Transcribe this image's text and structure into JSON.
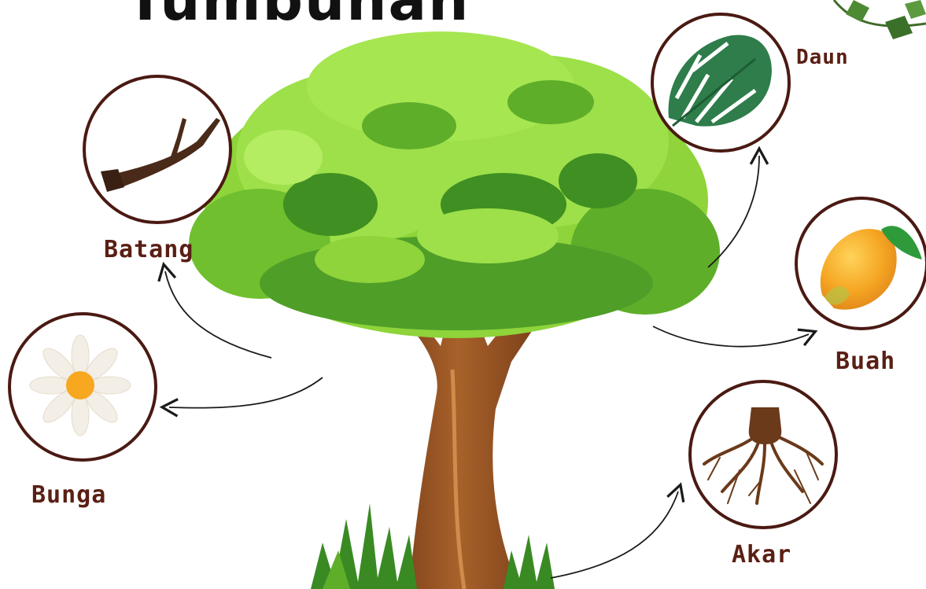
{
  "title": "Tumbuhan",
  "parts": {
    "batang": "Batang",
    "bunga": "Bunga",
    "daun": "Daun",
    "buah": "Buah",
    "akar": "Akar"
  },
  "icons": {
    "tree": "tree-icon",
    "stem": "branch-icon",
    "flower": "daisy-icon",
    "leaf": "monstera-leaf-icon",
    "fruit": "mango-icon",
    "root": "root-icon",
    "ivy": "ivy-leaves-icon"
  },
  "colors": {
    "label": "#5a1f14",
    "circle_border": "#4a1a12",
    "foliage_light": "#8ed43a",
    "foliage_dark": "#2f8f22",
    "trunk": "#8a4b20",
    "mango": "#f5a623"
  }
}
